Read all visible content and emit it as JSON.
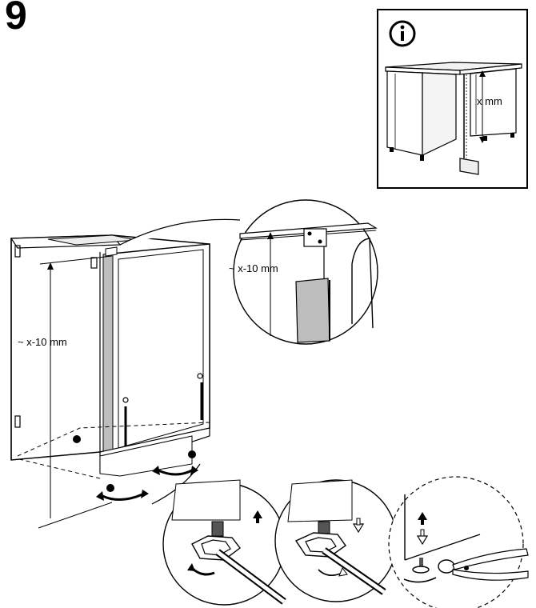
{
  "step": {
    "number": "9"
  },
  "info_panel": {
    "icon": "info-icon",
    "label": "x mm"
  },
  "main_figure": {
    "height_label": "~ x-10 mm"
  },
  "detail_callout": {
    "height_label": "~ x-10 mm"
  },
  "colors": {
    "line": "#000000",
    "shade": "#e6e6e6",
    "strip": "#bdbdbd"
  }
}
